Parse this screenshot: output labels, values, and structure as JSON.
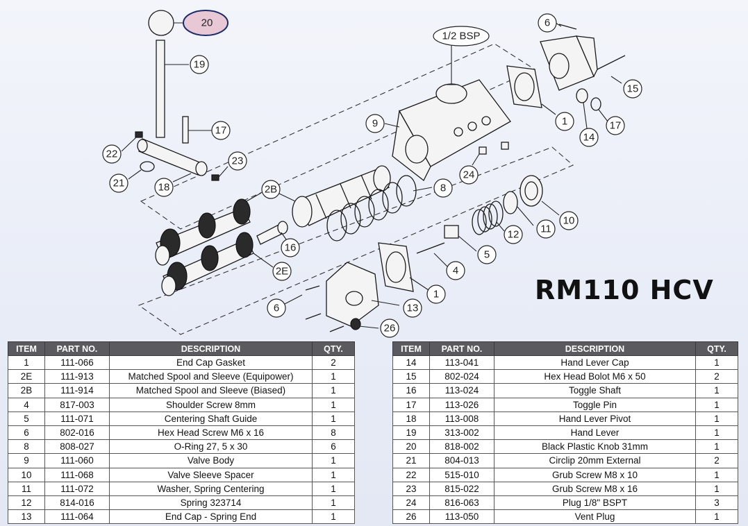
{
  "title": "RM110 HCV",
  "callouts": {
    "c20": "20",
    "c19": "19",
    "c17a": "17",
    "c22": "22",
    "c23": "23",
    "c21": "21",
    "c18": "18",
    "c2b": "2B",
    "c16": "16",
    "c2e": "2E",
    "c6a": "6",
    "c13": "13",
    "c26": "26",
    "c1a": "1",
    "c4": "4",
    "c5": "5",
    "c12": "12",
    "c11": "11",
    "c10": "10",
    "c8": "8",
    "c24": "24",
    "c9": "9",
    "bsp": "1/2 BSP",
    "c6b": "6",
    "c15": "15",
    "c17b": "17",
    "c14": "14",
    "c1b": "1"
  },
  "colors": {
    "header_bg": "#5b5b5f",
    "highlight_callout": "#e8c8d4"
  },
  "table_headers": {
    "item": "ITEM",
    "part_no": "PART NO.",
    "description": "DESCRIPTION",
    "qty": "QTY."
  },
  "parts_left": [
    {
      "item": "1",
      "part_no": "111-066",
      "description": "End Cap Gasket",
      "qty": "2"
    },
    {
      "item": "2E",
      "part_no": "111-913",
      "description": "Matched Spool and Sleeve (Equipower)",
      "qty": "1"
    },
    {
      "item": "2B",
      "part_no": "111-914",
      "description": "Matched Spool and Sleeve (Biased)",
      "qty": "1"
    },
    {
      "item": "4",
      "part_no": "817-003",
      "description": "Shoulder Screw 8mm",
      "qty": "1"
    },
    {
      "item": "5",
      "part_no": "111-071",
      "description": "Centering Shaft Guide",
      "qty": "1"
    },
    {
      "item": "6",
      "part_no": "802-016",
      "description": "Hex Head Screw M6 x 16",
      "qty": "8"
    },
    {
      "item": "8",
      "part_no": "808-027",
      "description": "O-Ring 27, 5 x 30",
      "qty": "6"
    },
    {
      "item": "9",
      "part_no": "111-060",
      "description": "Valve Body",
      "qty": "1"
    },
    {
      "item": "10",
      "part_no": "111-068",
      "description": "Valve Sleeve Spacer",
      "qty": "1"
    },
    {
      "item": "11",
      "part_no": "111-072",
      "description": "Washer, Spring Centering",
      "qty": "1"
    },
    {
      "item": "12",
      "part_no": "814-016",
      "description": "Spring 323714",
      "qty": "1"
    },
    {
      "item": "13",
      "part_no": "111-064",
      "description": "End Cap - Spring End",
      "qty": "1"
    }
  ],
  "parts_right": [
    {
      "item": "14",
      "part_no": "113-041",
      "description": "Hand Lever Cap",
      "qty": "1"
    },
    {
      "item": "15",
      "part_no": "802-024",
      "description": "Hex Head Bolot M6 x 50",
      "qty": "2"
    },
    {
      "item": "16",
      "part_no": "113-024",
      "description": "Toggle Shaft",
      "qty": "1"
    },
    {
      "item": "17",
      "part_no": "113-026",
      "description": "Toggle Pin",
      "qty": "1"
    },
    {
      "item": "18",
      "part_no": "113-008",
      "description": "Hand Lever Pivot",
      "qty": "1"
    },
    {
      "item": "19",
      "part_no": "313-002",
      "description": "Hand Lever",
      "qty": "1"
    },
    {
      "item": "20",
      "part_no": "818-002",
      "description": "Black Plastic Knob 31mm",
      "qty": "1"
    },
    {
      "item": "21",
      "part_no": "804-013",
      "description": "Circlip 20mm External",
      "qty": "2"
    },
    {
      "item": "22",
      "part_no": "515-010",
      "description": "Grub Screw M8 x 10",
      "qty": "1"
    },
    {
      "item": "23",
      "part_no": "815-022",
      "description": "Grub Screw M8 x 16",
      "qty": "1"
    },
    {
      "item": "24",
      "part_no": "816-063",
      "description": "Plug 1/8\" BSPT",
      "qty": "3"
    },
    {
      "item": "26",
      "part_no": "113-050",
      "description": "Vent Plug",
      "qty": "1"
    }
  ]
}
